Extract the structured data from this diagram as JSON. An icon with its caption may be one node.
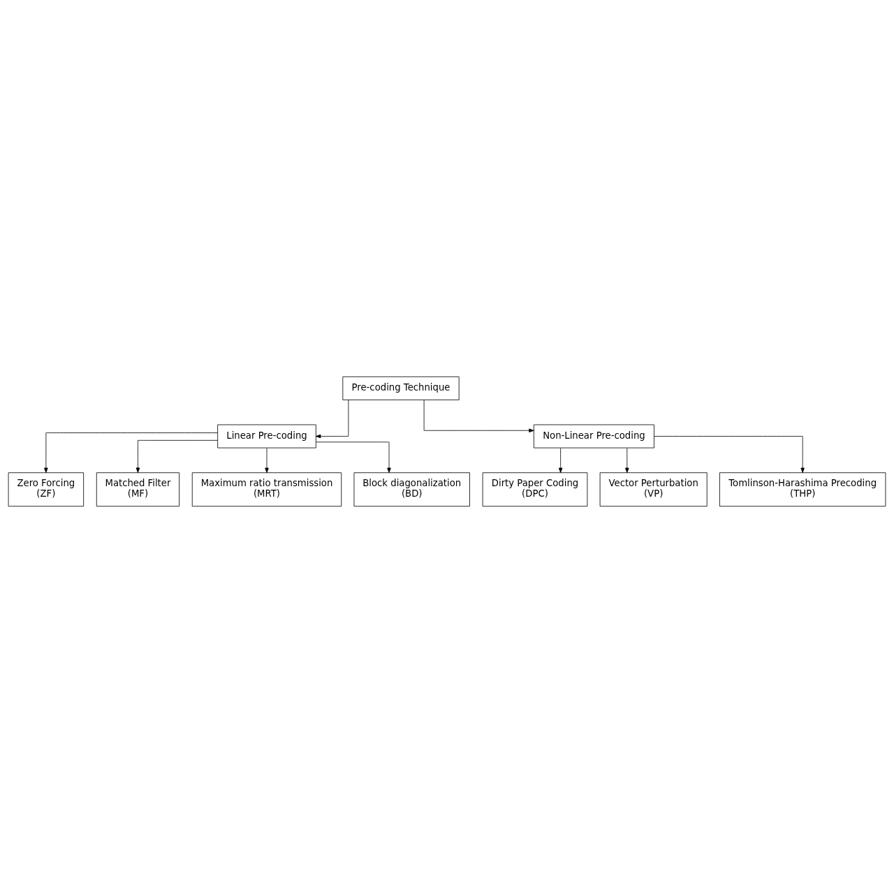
{
  "diagram": {
    "nodes": [
      {
        "text": [
          "Pre-coding Technique"
        ]
      },
      {
        "text": [
          "Linear Pre-coding"
        ]
      },
      {
        "text": [
          "Non-Linear Pre-coding"
        ]
      },
      {
        "text": [
          "Zero Forcing",
          "(ZF)"
        ]
      },
      {
        "text": [
          "Matched Filter",
          "(MF)"
        ]
      },
      {
        "text": [
          "Maximum ratio transmission",
          "(MRT)"
        ]
      },
      {
        "text": [
          "Block diagonalization",
          "(BD)"
        ]
      },
      {
        "text": [
          "Dirty Paper Coding",
          "(DPC)"
        ]
      },
      {
        "text": [
          "Vector Perturbation",
          "(VP)"
        ]
      },
      {
        "text": [
          "Tomlinson-Harashima Precoding",
          "(THP)"
        ]
      }
    ],
    "edges": [
      {
        "from": 0,
        "to": 1,
        "arrow": "to"
      },
      {
        "from": 0,
        "to": 2,
        "arrow": "to"
      },
      {
        "from": 1,
        "to": 3,
        "arrow": "to"
      },
      {
        "from": 1,
        "to": 4,
        "arrow": "to"
      },
      {
        "from": 1,
        "to": 5,
        "arrow": "to"
      },
      {
        "from": 1,
        "to": 6,
        "arrow": "to"
      },
      {
        "from": 2,
        "to": 7,
        "arrow": "to"
      },
      {
        "from": 2,
        "to": 8,
        "arrow": "to"
      },
      {
        "from": 2,
        "to": 9,
        "arrow": "to"
      }
    ]
  }
}
